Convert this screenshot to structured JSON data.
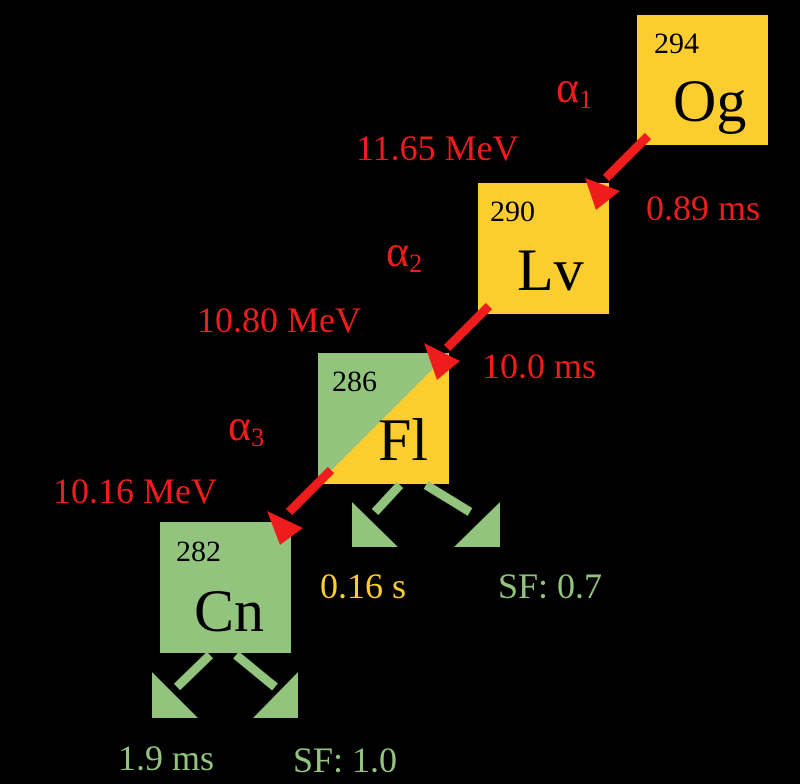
{
  "colors": {
    "background": "#000000",
    "alpha": "#ee1c1c",
    "alpha_nucleus": "#fccd2e",
    "sf_nucleus": "#93c47d"
  },
  "nuclei": {
    "og": {
      "mass": "294",
      "symbol": "Og"
    },
    "lv": {
      "mass": "290",
      "symbol": "Lv"
    },
    "fl": {
      "mass": "286",
      "symbol": "Fl"
    },
    "cn": {
      "mass": "282",
      "symbol": "Cn"
    }
  },
  "decays": {
    "a1": {
      "label": "α",
      "index": "1",
      "energy": "11.65 MeV",
      "time": "0.89 ms"
    },
    "a2": {
      "label": "α",
      "index": "2",
      "energy": "10.80 MeV",
      "time": "10.0 ms"
    },
    "a3": {
      "label": "α",
      "index": "3",
      "energy": "10.16 MeV",
      "time": "0.16 s"
    }
  },
  "fission": {
    "fl": {
      "branching": "SF: 0.7"
    },
    "cn": {
      "time": "1.9 ms",
      "branching": "SF: 1.0"
    }
  }
}
